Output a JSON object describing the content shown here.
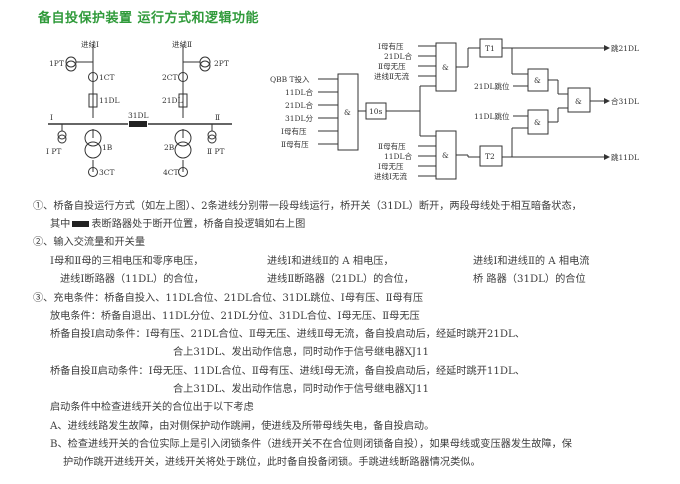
{
  "page": {
    "title": "备自投保护装置 运行方式和逻辑功能"
  },
  "left_diagram": {
    "line1": "进线Ⅰ",
    "line2": "进线Ⅱ",
    "pt1": "1PT",
    "pt2": "2PT",
    "ct1": "1CT",
    "ct2": "2CT",
    "ct3": "3CT",
    "ct4": "4CT",
    "b11": "11DL",
    "b21": "21DL",
    "b31": "31DL",
    "tr1": "1B",
    "tr2": "2B",
    "bus1": "Ⅰ",
    "bus2": "Ⅱ",
    "bpt1": "Ⅰ PT",
    "bpt2": "Ⅱ PT"
  },
  "logic": {
    "top_inputs": [
      "Ⅰ母有压",
      "21DL合",
      "Ⅱ母无压",
      "进线Ⅱ无流"
    ],
    "mid_inputs": [
      "QBB T投入",
      "11DL合",
      "21DL合",
      "31DL分",
      "Ⅰ母有压",
      "Ⅱ母有压"
    ],
    "bot_inputs": [
      "Ⅱ母有压",
      "11DL合",
      "Ⅰ母无压",
      "进线Ⅰ无流"
    ],
    "and_label": "&",
    "delay_label": "10s",
    "t1": "T1",
    "t2": "T2",
    "in_21dl_trip": "21DL跳位",
    "in_11dl_trip": "11DL跳位",
    "out_trip21": "跳21DL",
    "out_close31": "合31DL",
    "out_trip11": "跳11DL"
  },
  "text": {
    "l1": "①、桥备自投运行方式（如左上图）、2条进线分别带一段母线运行，桥开关（31DL）断开，两段母线处于相互暗备状态，",
    "l2a": "其中",
    "l2b": "表断路器处于断开位置，桥备自投逻辑如右上图",
    "l3": "②、输入交流量和开关量",
    "l4a": "Ⅰ母和Ⅱ母的三相电压和零序电压，",
    "l4b": "进线Ⅰ和进线Ⅱ的 A 相电压，",
    "l4c": "进线Ⅰ和进线Ⅱ的 A 相电流",
    "l5a": "进线Ⅰ断路器（11DL）的合位，",
    "l5b": "进线Ⅱ断路器（21DL）的合位，",
    "l5c": "桥    路器（31DL）的合位",
    "l6": "③、充电条件：桥备自投入、11DL合位、21DL合位、31DL跳位、Ⅰ母有压、Ⅱ母有压",
    "l7": "放电条件：桥备自退出、11DL分位、21DL分位、31DL合位、Ⅰ母无压、Ⅱ母无压",
    "l8": "桥备自投Ⅰ启动条件：Ⅰ母有压、21DL合位、Ⅱ母无压、进线Ⅱ母无流，备自投启动后，经延时跳开21DL、",
    "l9": "合上31DL、发出动作信息，同时动作于信号继电器XJ11",
    "l10": "桥备自投Ⅱ启动条件：Ⅰ母无压、11DL合位、Ⅱ母有压、进线Ⅰ母无流，备自投启动后，经延时跳开11DL、",
    "l11": "合上31DL、发出动作信息，同时动作于信号继电器XJ11",
    "l12": "启动条件中检查进线开关的合位出于以下考虑",
    "l13": "A、进线线路发生故障，由对侧保护动作跳闸，使进线及所带母线失电，备自投启动。",
    "l14": "B、检查进线开关的合位实际上是引入闭锁条件（进线开关不在合位则闭锁备自投），如果母线或变压器发生故障，保",
    "l15": "护动作跳开进线开关，进线开关将处于跳位，此时备自投备闭锁。手跳进线断路器情况类似。"
  },
  "colors": {
    "title": "#2f9a3a",
    "text": "#3a3a3a",
    "line": "#333333"
  }
}
